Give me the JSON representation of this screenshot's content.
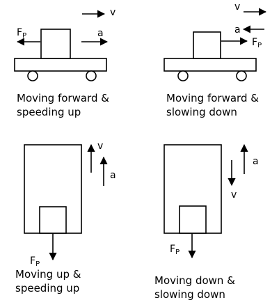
{
  "labels": {
    "v": "v",
    "a": "a",
    "F": "F",
    "p": "P"
  },
  "captions": {
    "panel1": [
      "Moving forward &",
      "speeding up"
    ],
    "panel2": [
      "Moving forward &",
      "slowing down"
    ],
    "panel3": [
      "Moving up &",
      "speeding up"
    ],
    "panel4": [
      "Moving down &",
      "slowing down"
    ]
  },
  "colors": {
    "ink": "#000000",
    "background": "#ffffff"
  }
}
